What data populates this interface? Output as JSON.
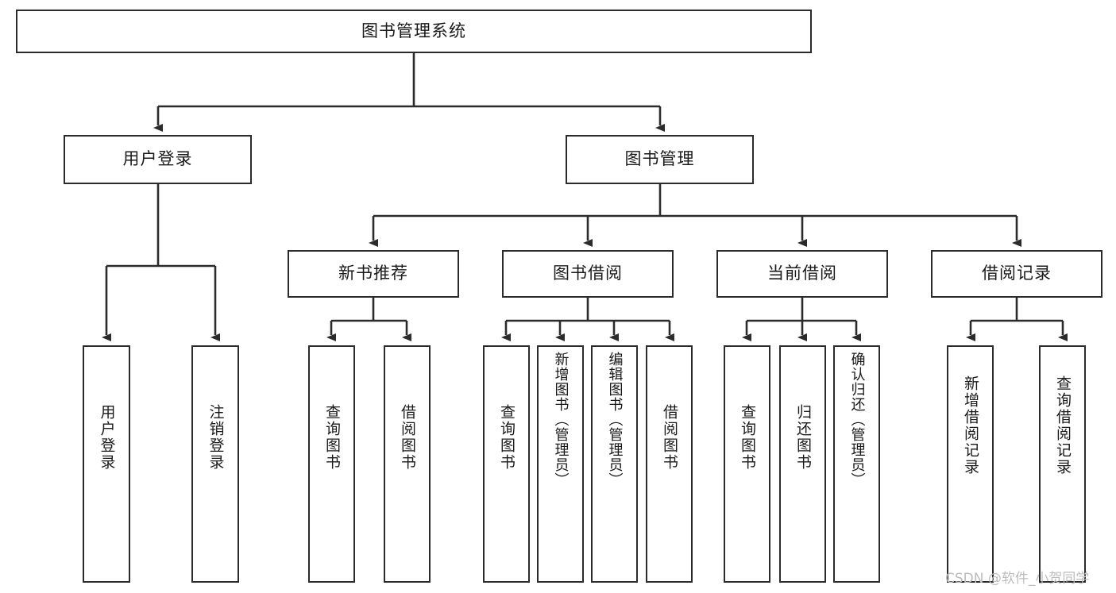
{
  "diagram": {
    "type": "tree-hierarchy",
    "title": "图书管理系统",
    "background_color": "#ffffff",
    "line_color": "#2b2b2b",
    "box_fill": "#ffffff",
    "nodes": {
      "root": {
        "label": "图书管理系统",
        "level": 0
      },
      "l1_user_login": {
        "label": "用户登录",
        "level": 1
      },
      "l1_book_manage": {
        "label": "图书管理",
        "level": 1
      },
      "l2_new_book_rec": {
        "label": "新书推荐",
        "level": 2
      },
      "l2_book_borrow": {
        "label": "图书借阅",
        "level": 2
      },
      "l2_current_borrow": {
        "label": "当前借阅",
        "level": 2
      },
      "l2_borrow_record": {
        "label": "借阅记录",
        "level": 2
      },
      "leaf_user_login": {
        "label": "用户登录",
        "level": 3
      },
      "leaf_logout": {
        "label": "注销登录",
        "level": 3
      },
      "leaf_query_book_1": {
        "label": "查询图书",
        "level": 3
      },
      "leaf_borrow_book_1": {
        "label": "借阅图书",
        "level": 3
      },
      "leaf_query_book_2": {
        "label": "查询图书",
        "level": 3
      },
      "leaf_add_book": {
        "label": "新增图书（管理员）",
        "level": 3
      },
      "leaf_edit_book": {
        "label": "编辑图书（管理员）",
        "level": 3
      },
      "leaf_borrow_book_2": {
        "label": "借阅图书",
        "level": 3
      },
      "leaf_query_book_3": {
        "label": "查询图书",
        "level": 3
      },
      "leaf_return_book": {
        "label": "归还图书",
        "level": 3
      },
      "leaf_confirm_return": {
        "label": "确认归还（管理员）",
        "level": 3
      },
      "leaf_add_record": {
        "label": "新增借阅记录",
        "level": 3
      },
      "leaf_query_record": {
        "label": "查询借阅记录",
        "level": 3
      }
    },
    "edges": [
      {
        "from": "root",
        "to": "l1_user_login"
      },
      {
        "from": "root",
        "to": "l1_book_manage"
      },
      {
        "from": "l1_user_login",
        "to": "leaf_user_login"
      },
      {
        "from": "l1_user_login",
        "to": "leaf_logout"
      },
      {
        "from": "l1_book_manage",
        "to": "l2_new_book_rec"
      },
      {
        "from": "l1_book_manage",
        "to": "l2_book_borrow"
      },
      {
        "from": "l1_book_manage",
        "to": "l2_current_borrow"
      },
      {
        "from": "l1_book_manage",
        "to": "l2_borrow_record"
      },
      {
        "from": "l2_new_book_rec",
        "to": "leaf_query_book_1"
      },
      {
        "from": "l2_new_book_rec",
        "to": "leaf_borrow_book_1"
      },
      {
        "from": "l2_book_borrow",
        "to": "leaf_query_book_2"
      },
      {
        "from": "l2_book_borrow",
        "to": "leaf_add_book"
      },
      {
        "from": "l2_book_borrow",
        "to": "leaf_edit_book"
      },
      {
        "from": "l2_book_borrow",
        "to": "leaf_borrow_book_2"
      },
      {
        "from": "l2_current_borrow",
        "to": "leaf_query_book_3"
      },
      {
        "from": "l2_current_borrow",
        "to": "leaf_return_book"
      },
      {
        "from": "l2_current_borrow",
        "to": "leaf_confirm_return"
      },
      {
        "from": "l2_borrow_record",
        "to": "leaf_add_record"
      },
      {
        "from": "l2_borrow_record",
        "to": "leaf_query_record"
      }
    ]
  },
  "watermark": {
    "text": "CSDN @软件_小贺同学",
    "color": "#bdbdbd"
  }
}
